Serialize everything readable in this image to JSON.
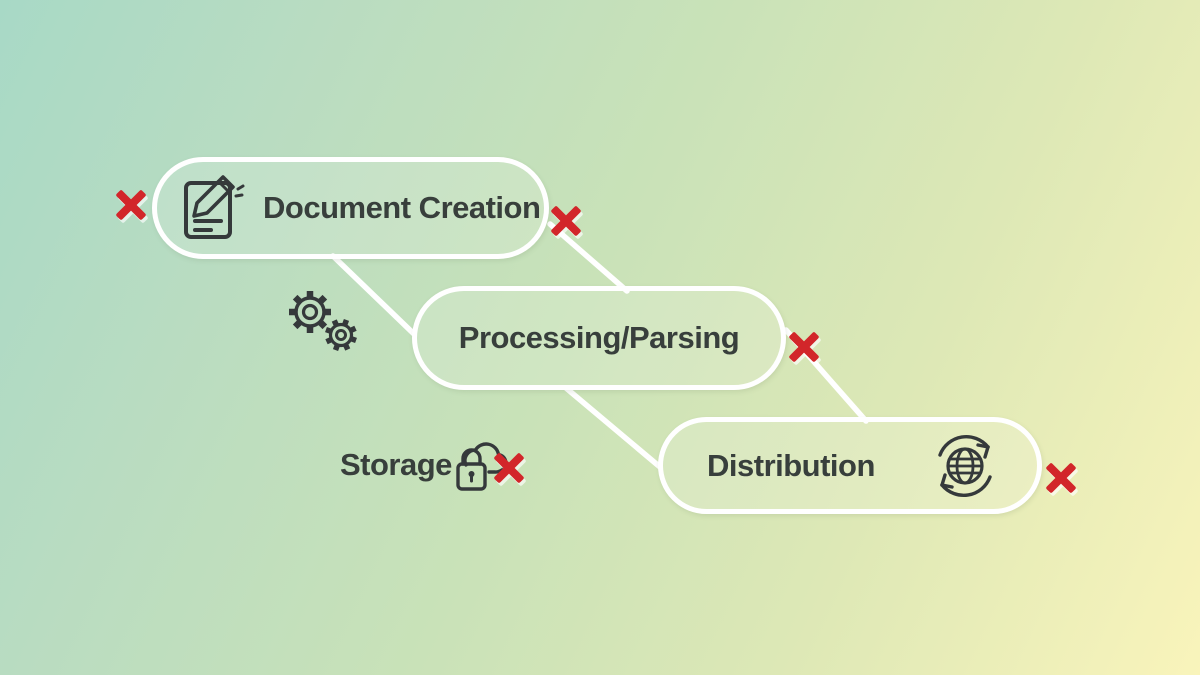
{
  "flow": {
    "nodes": [
      {
        "id": "document-creation",
        "label": "Document Creation",
        "icon": "document-edit-icon"
      },
      {
        "id": "processing-parsing",
        "label": "Processing/Parsing",
        "icon": null
      },
      {
        "id": "distribution",
        "label": "Distribution",
        "icon": "globe-sync-icon"
      }
    ],
    "annotations": [
      {
        "id": "storage",
        "label": "Storage",
        "icon": "cloud-lock-icon"
      },
      {
        "id": "gears",
        "label": null,
        "icon": "gears-icon"
      }
    ],
    "x_marks_count": 5,
    "colors": {
      "x_mark": "#d2262a",
      "connector": "#ffffff",
      "text": "#383f3c",
      "icon_stroke": "#35393b",
      "background_start": "#a8d9c6",
      "background_end": "#f9f4bb"
    }
  }
}
